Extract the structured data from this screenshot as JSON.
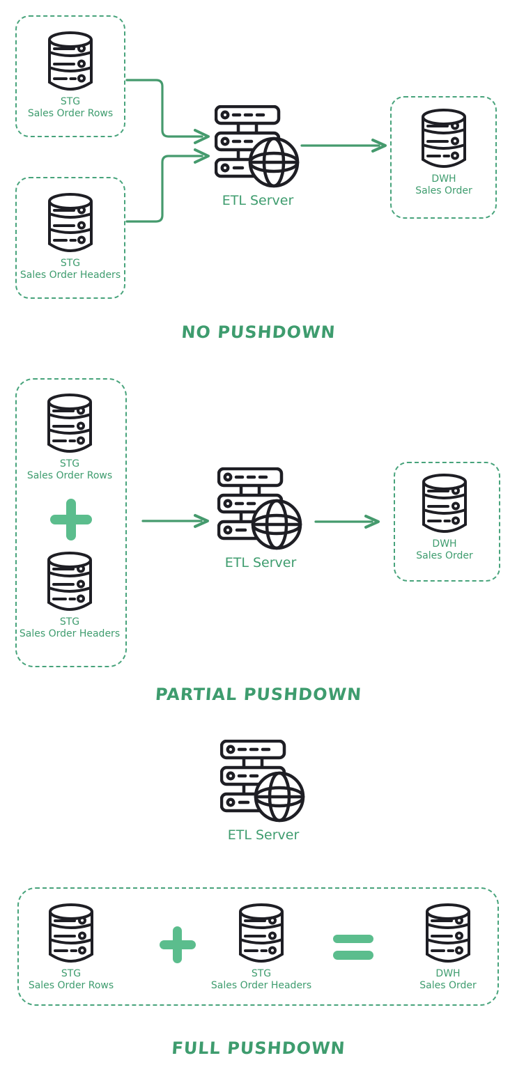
{
  "colors": {
    "icon_stroke": "#1e1e24",
    "green_border": "#47a37b",
    "green_text": "#3e9c6e",
    "green_arrow": "#459a6d",
    "green_operator": "#5bbd8d",
    "background": "#ffffff"
  },
  "sections": [
    {
      "title": "NO PUSHDOWN",
      "sources": [
        {
          "line1": "STG",
          "line2": "Sales Order Rows"
        },
        {
          "line1": "STG",
          "line2": "Sales Order Headers"
        }
      ],
      "server_label": "ETL Server",
      "target": {
        "line1": "DWH",
        "line2": "Sales Order"
      }
    },
    {
      "title": "PARTIAL PUSHDOWN",
      "operator": "+",
      "sources": [
        {
          "line1": "STG",
          "line2": "Sales Order Rows"
        },
        {
          "line1": "STG",
          "line2": "Sales Order Headers"
        }
      ],
      "server_label": "ETL Server",
      "target": {
        "line1": "DWH",
        "line2": "Sales Order"
      }
    },
    {
      "title": "FULL PUSHDOWN",
      "server_label": "ETL Server",
      "operator_plus": "+",
      "operator_equals": "=",
      "items": [
        {
          "line1": "STG",
          "line2": "Sales Order Rows"
        },
        {
          "line1": "STG",
          "line2": "Sales Order Headers"
        },
        {
          "line1": "DWH",
          "line2": "Sales Order"
        }
      ]
    }
  ]
}
